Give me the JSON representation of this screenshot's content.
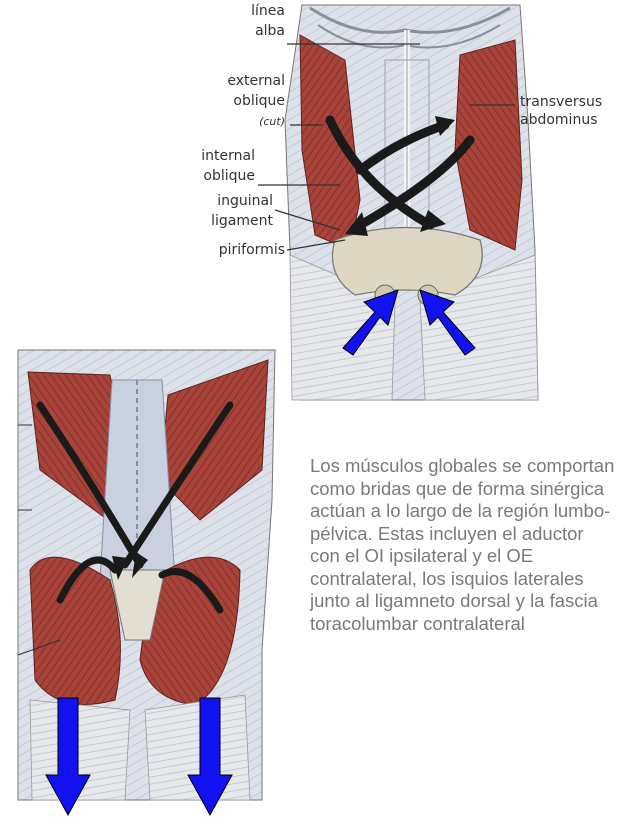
{
  "labels": {
    "linea": "línea",
    "alba": "alba",
    "external": "external",
    "oblique1": "oblique",
    "cut": "(cut)",
    "internal": "internal",
    "oblique2": "oblique",
    "inguinal": "inguinal",
    "ligament": "ligament",
    "piriformis": "piriformis",
    "transversus": "transversus",
    "abdominus": "abdominus"
  },
  "description": "Los músculos globales se comportan como bridas que de forma sinérgica actúan a lo largo de la región lumbo-pélvica. Estas incluyen el aductor con el OI ipsilateral y el OE contralateral, los isquios laterales junto al ligamneto dorsal y la fascia toracolumbar contralateral",
  "colors": {
    "muscle": "#b0473a",
    "fascia": "#d9dde6",
    "arrow_blue": "#1212f0",
    "arrow_black": "#1a1a1a",
    "text_gray": "#7a7a7a"
  }
}
